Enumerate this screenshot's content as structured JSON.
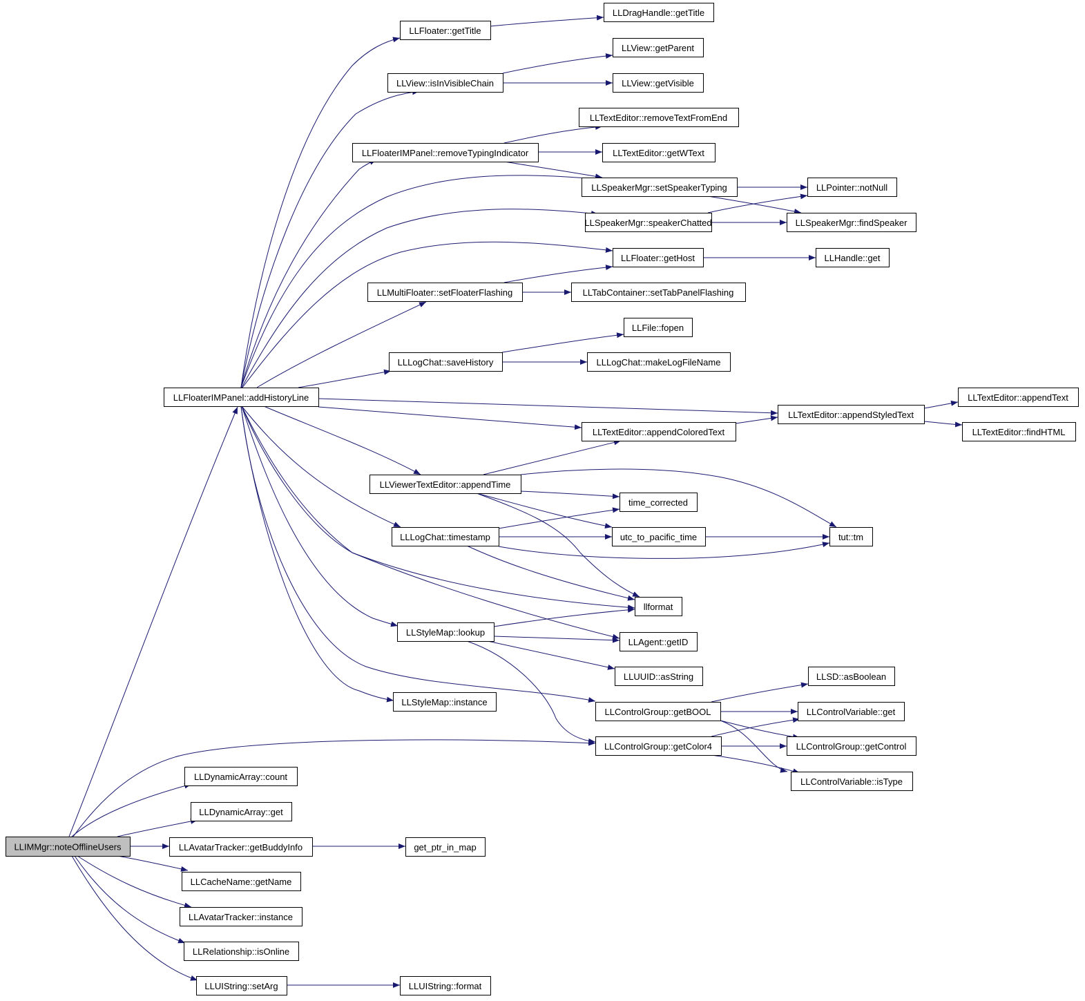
{
  "graph": {
    "edge_color": "#191970",
    "truncated_border_color": "#ff0000",
    "root_fill_color": "#bfbfbf",
    "nodes": {
      "notoff": {
        "label": "LLIMMgr::noteOfflineUsers",
        "style": "root"
      },
      "addhist": {
        "label": "LLFloaterIMPanel::addHistoryLine"
      },
      "fl_gettitle": {
        "label": "LLFloater::getTitle"
      },
      "dh_gettitle": {
        "label": "LLDragHandle::getTitle"
      },
      "isvis": {
        "label": "LLView::isInVisibleChain"
      },
      "getparent": {
        "label": "LLView::getParent"
      },
      "getvisible": {
        "label": "LLView::getVisible"
      },
      "rmtyping": {
        "label": "LLFloaterIMPanel::removeTypingIndicator"
      },
      "rmtextend": {
        "label": "LLTextEditor::removeTextFromEnd",
        "style": "truncated"
      },
      "getwtext": {
        "label": "LLTextEditor::getWText"
      },
      "setspktyping": {
        "label": "LLSpeakerMgr::setSpeakerTyping"
      },
      "notnull": {
        "label": "LLPointer::notNull"
      },
      "spkchatted": {
        "label": "LLSpeakerMgr::speakerChatted",
        "style": "truncated"
      },
      "findspk": {
        "label": "LLSpeakerMgr::findSpeaker"
      },
      "gethost": {
        "label": "LLFloater::getHost"
      },
      "handleget": {
        "label": "LLHandle::get"
      },
      "setflash": {
        "label": "LLMultiFloater::setFloaterFlashing"
      },
      "tabflash": {
        "label": "LLTabContainer::setTabPanelFlashing",
        "style": "truncated"
      },
      "fopen": {
        "label": "LLFile::fopen",
        "style": "truncated"
      },
      "savehist": {
        "label": "LLLogChat::saveHistory"
      },
      "mklogfn": {
        "label": "LLLogChat::makeLogFileName"
      },
      "appendtext": {
        "label": "LLTextEditor::appendText",
        "style": "truncated"
      },
      "appstyled": {
        "label": "LLTextEditor::appendStyledText"
      },
      "findhtml": {
        "label": "LLTextEditor::findHTML",
        "style": "truncated"
      },
      "appcolored": {
        "label": "LLTextEditor::appendColoredText"
      },
      "apptime": {
        "label": "LLViewerTextEditor::appendTime"
      },
      "timecorr": {
        "label": "time_corrected"
      },
      "timestamp": {
        "label": "LLLogChat::timestamp"
      },
      "utcpac": {
        "label": "utc_to_pacific_time"
      },
      "tuttm": {
        "label": "tut::tm"
      },
      "llformat": {
        "label": "llformat"
      },
      "stylelookup": {
        "label": "LLStyleMap::lookup"
      },
      "getid": {
        "label": "LLAgent::getID"
      },
      "asstring": {
        "label": "LLUUID::asString",
        "style": "truncated"
      },
      "asbool": {
        "label": "LLSD::asBoolean",
        "style": "truncated"
      },
      "styleinst": {
        "label": "LLStyleMap::instance"
      },
      "getbool": {
        "label": "LLControlGroup::getBOOL"
      },
      "cvget": {
        "label": "LLControlVariable::get",
        "style": "truncated"
      },
      "getcolor4": {
        "label": "LLControlGroup::getColor4"
      },
      "getcontrol": {
        "label": "LLControlGroup::getControl"
      },
      "istype": {
        "label": "LLControlVariable::isType"
      },
      "dacount": {
        "label": "LLDynamicArray::count"
      },
      "daget": {
        "label": "LLDynamicArray::get"
      },
      "buddyinfo": {
        "label": "LLAvatarTracker::getBuddyInfo"
      },
      "getptr": {
        "label": "get_ptr_in_map"
      },
      "cachename": {
        "label": "LLCacheName::getName"
      },
      "atinst": {
        "label": "LLAvatarTracker::instance"
      },
      "isonline": {
        "label": "LLRelationship::isOnline"
      },
      "setarg": {
        "label": "LLUIString::setArg"
      },
      "uiformat": {
        "label": "LLUIString::format",
        "style": "truncated"
      }
    }
  }
}
